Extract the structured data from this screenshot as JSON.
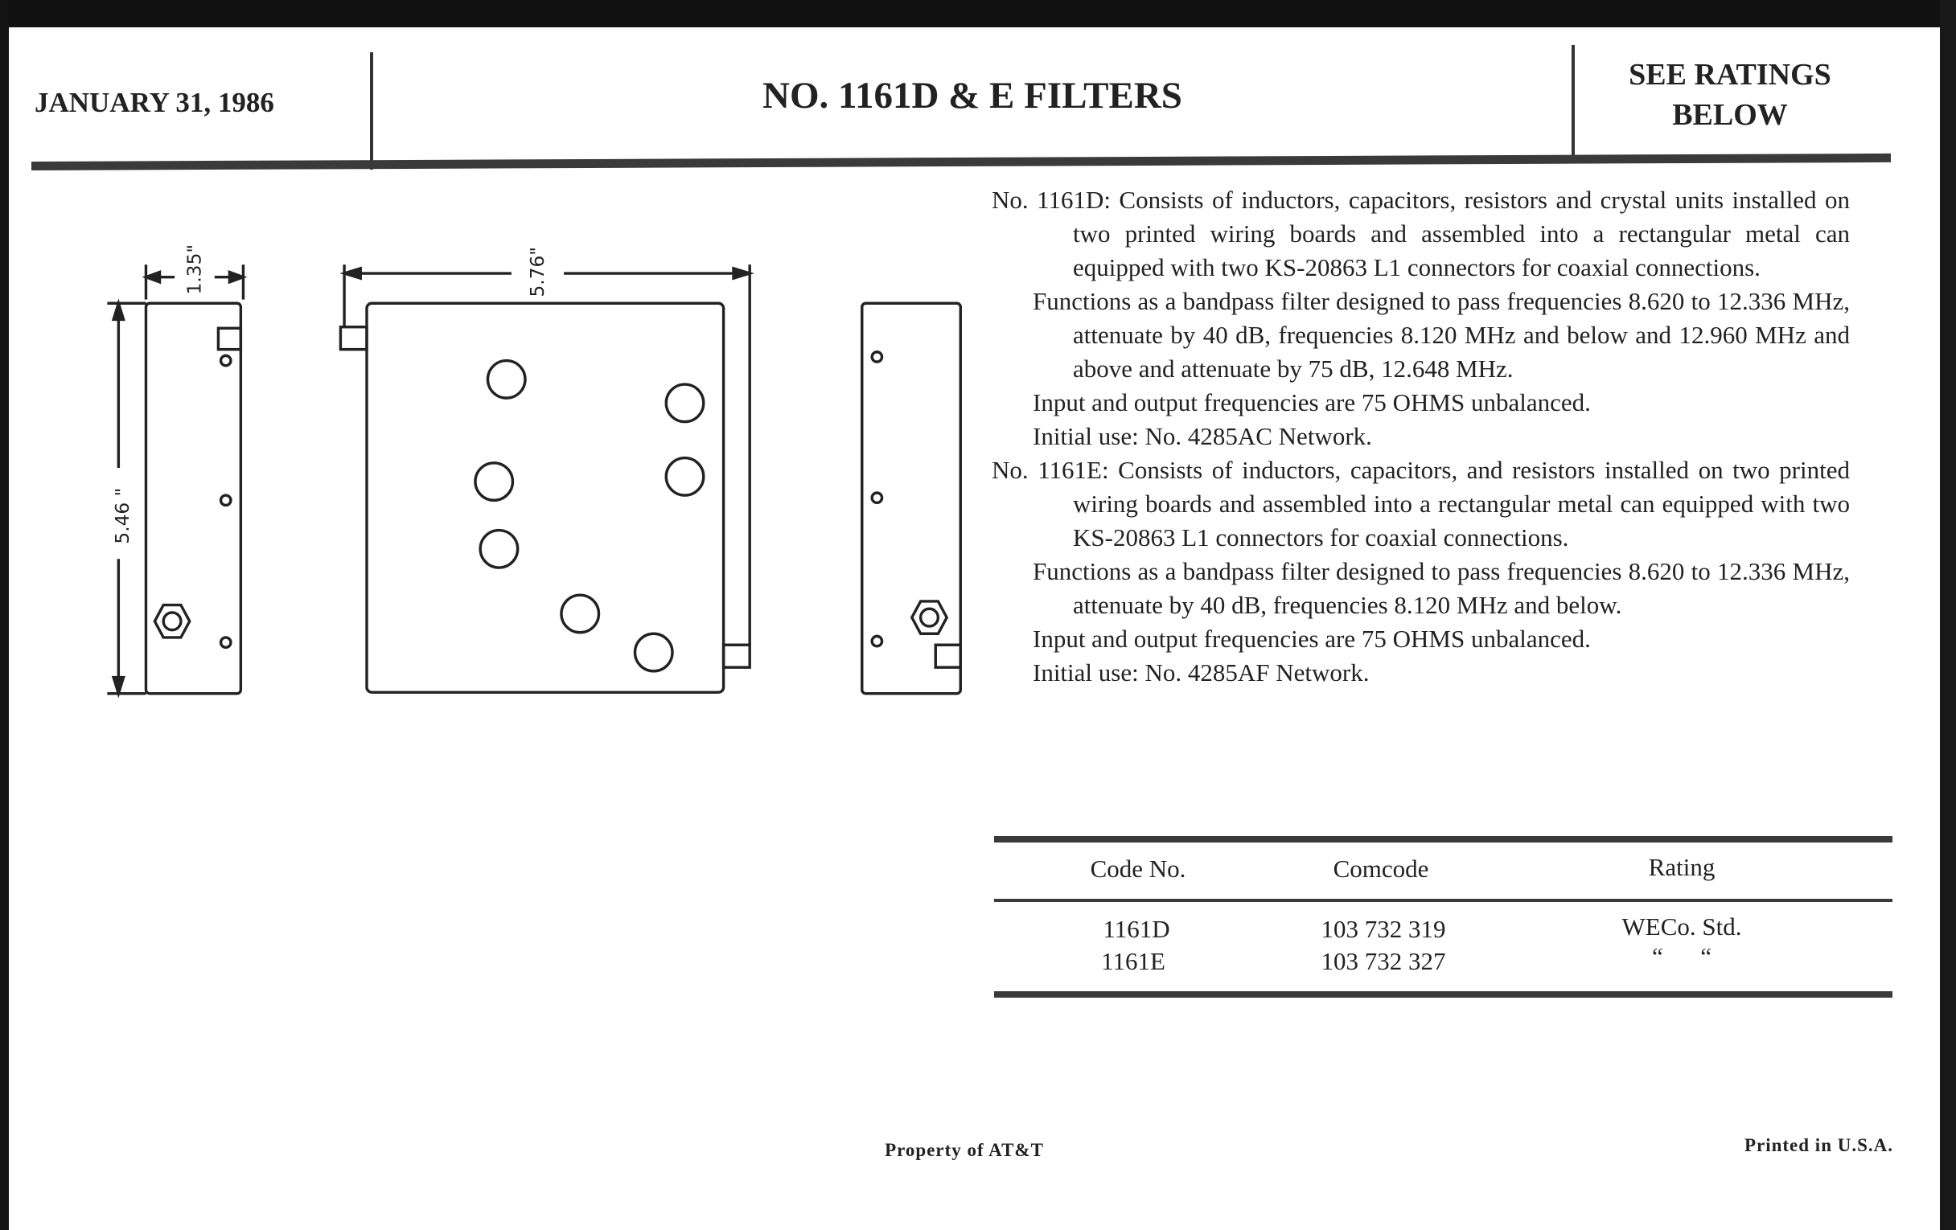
{
  "header": {
    "date": "JANUARY 31, 1986",
    "title": "NO. 1161D & E FILTERS",
    "ratings_line1": "SEE RATINGS",
    "ratings_line2": "BELOW"
  },
  "drawing": {
    "dim_width_side": "1.35\"",
    "dim_height": "5.46 \"",
    "dim_width_front": "5.76\""
  },
  "description": {
    "d_consists": "No. 1161D: Consists of inductors, capacitors, resistors and crystal units installed on two printed wiring boards and assembled into a rectangular metal can equipped with two KS-20863 L1 connectors for coaxial connections.",
    "d_functions": "Functions as a bandpass filter designed to pass frequencies 8.620 to 12.336 MHz, attenuate by 40 dB, frequencies 8.120 MHz and below and 12.960 MHz and above and attenuate by 75 dB, 12.648 MHz.",
    "d_impedance": "Input and output frequencies are 75 OHMS unbalanced.",
    "d_initial_use": "Initial use: No. 4285AC Network.",
    "e_consists": "No. 1161E: Consists of inductors, capacitors, and resistors installed on two printed wiring boards and assembled into a rectangular metal can equipped with two KS-20863 L1 connectors for coaxial connections.",
    "e_functions": "Functions as a bandpass filter designed to pass frequencies 8.620 to 12.336 MHz, attenuate by 40 dB, frequencies 8.120 MHz and below.",
    "e_impedance": "Input and output frequencies are 75 OHMS unbalanced.",
    "e_initial_use": "Initial use: No. 4285AF Network."
  },
  "table": {
    "headers": [
      "Code No.",
      "Comcode",
      "Rating"
    ],
    "rows": [
      [
        "1161D",
        "103 732 319",
        "WECo. Std."
      ],
      [
        "1161E",
        "103 732 327",
        "“      “"
      ]
    ]
  },
  "footer": {
    "property": "Property of AT&T",
    "printed": "Printed in U.S.A."
  }
}
